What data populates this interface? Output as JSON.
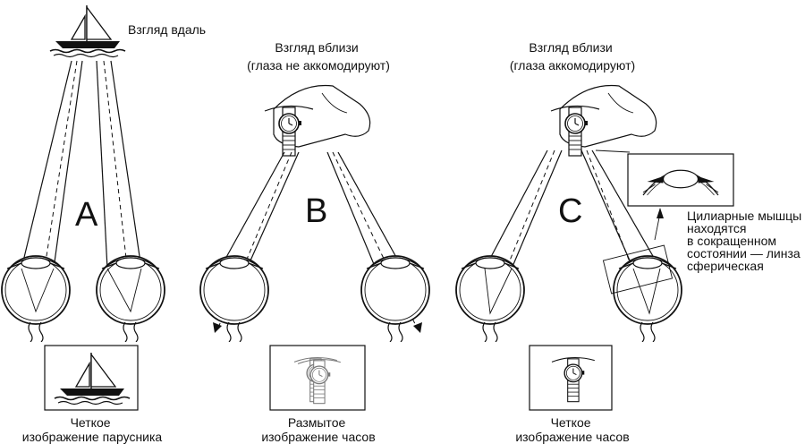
{
  "panels": {
    "a": {
      "top_label": "Взгляд вдаль",
      "letter": "A",
      "caption": [
        "Четкое",
        "изображение парусника"
      ]
    },
    "b": {
      "top_label": [
        "Взгляд вблизи",
        "(глаза не аккомодируют)"
      ],
      "letter": "B",
      "caption": [
        "Размытое",
        "изображение часов"
      ]
    },
    "c": {
      "top_label": [
        "Взгляд вблизи",
        "(глаза аккомодируют)"
      ],
      "letter": "C",
      "caption": [
        "Четкое",
        "изображение часов"
      ],
      "note": [
        "Цилиарные мышцы",
        "находятся",
        "в сокращенном",
        "состоянии — линза",
        "сферическая"
      ]
    }
  }
}
